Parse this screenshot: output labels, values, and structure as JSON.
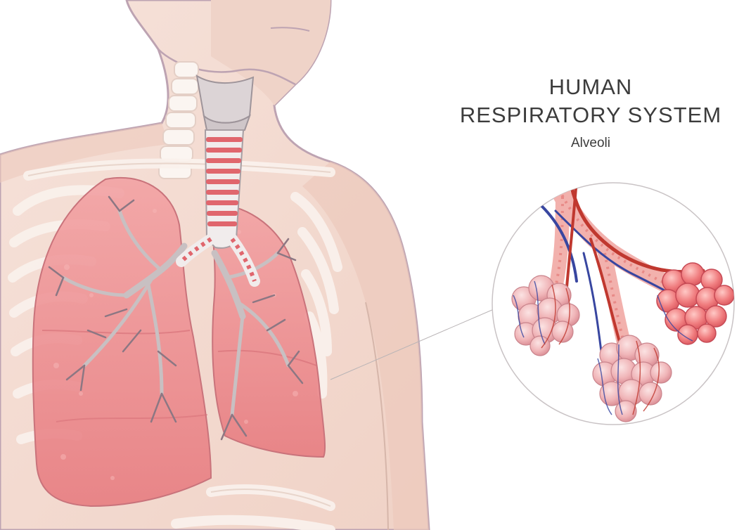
{
  "title": {
    "line1": "HUMAN",
    "line2": "RESPIRATORY SYSTEM"
  },
  "inset": {
    "label": "Alveoli"
  },
  "colors": {
    "skin": "#f3d9cf",
    "skin_shadow": "#e9c4b6",
    "outline": "#b89aa8",
    "bone": "#faf3ee",
    "lung": "#ef8d90",
    "lung_dark": "#d86a70",
    "bronchi": "#b9b3b5",
    "trachea_ring": "#e0666d",
    "artery": "#c0382f",
    "vein": "#3846a0",
    "alveoli": "#f29b9b"
  },
  "icons": [
    "torso-illustration",
    "ribcage",
    "spine",
    "larynx",
    "trachea",
    "left-lung",
    "right-lung",
    "bronchial-tree",
    "alveoli-cluster",
    "capillary-network"
  ]
}
